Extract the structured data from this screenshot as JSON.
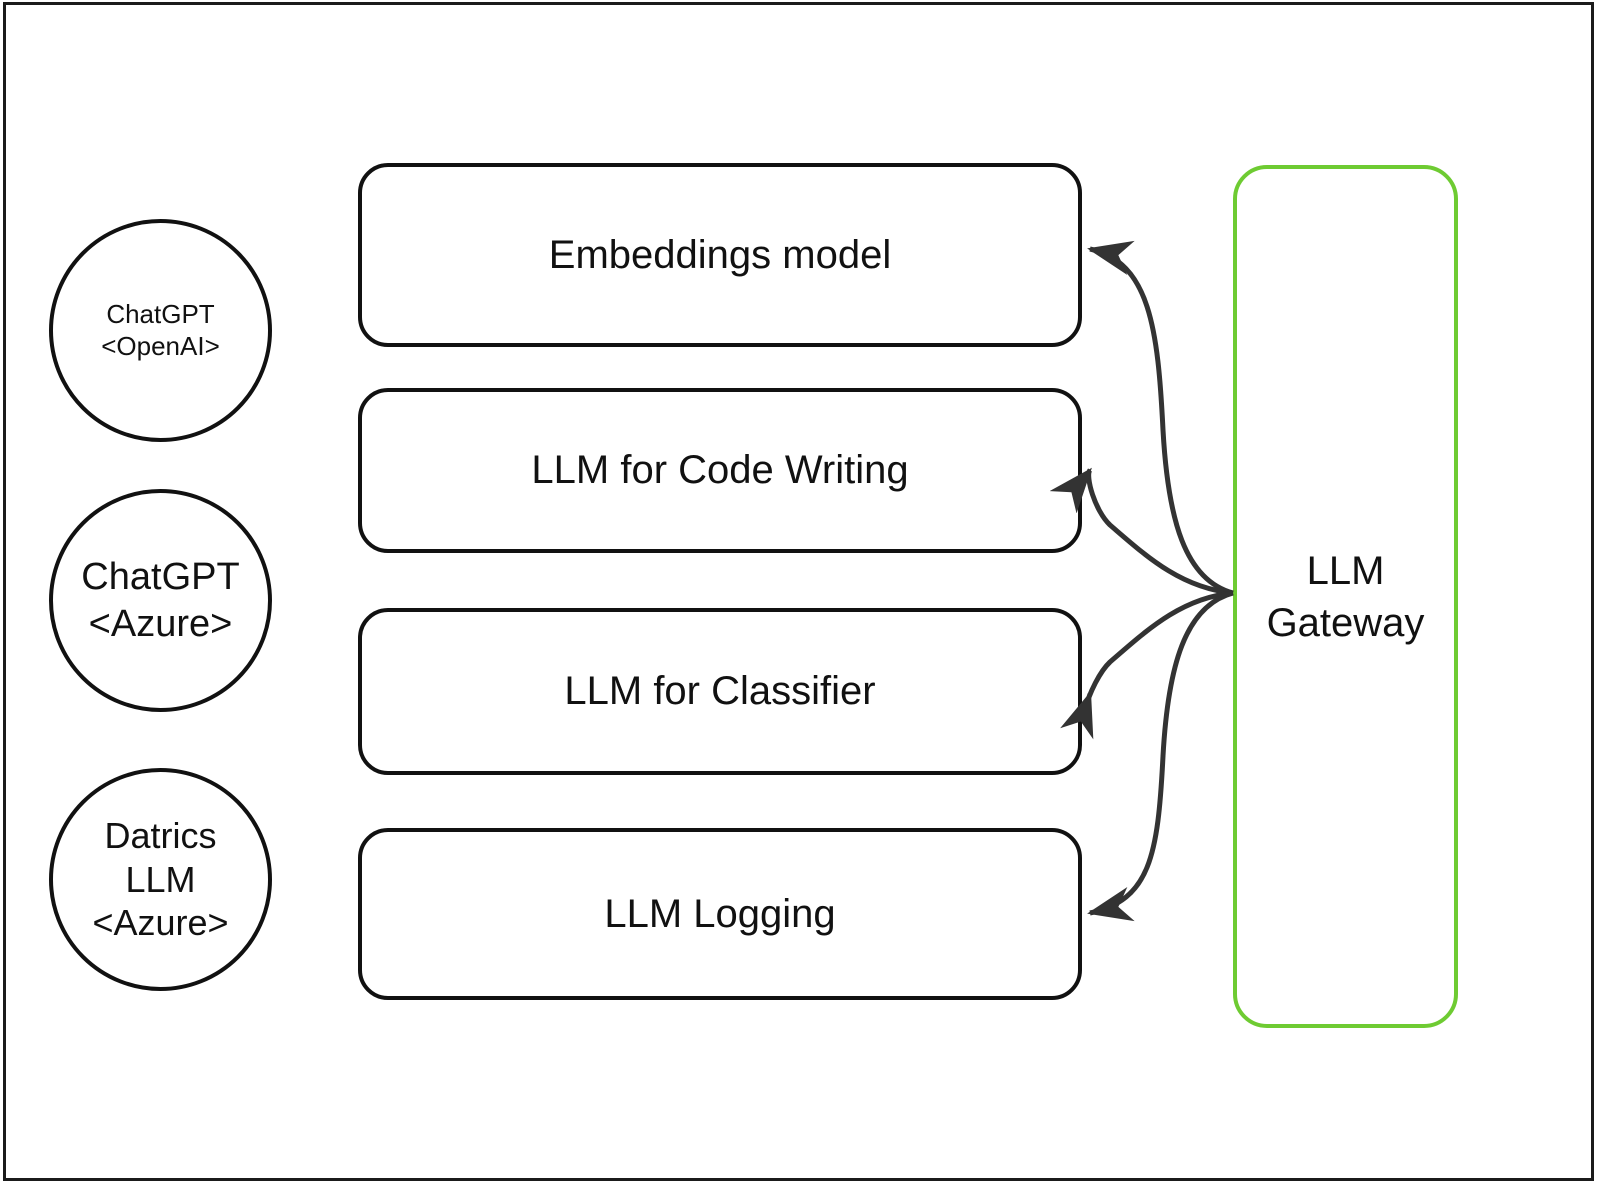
{
  "diagram": {
    "title": "LLM Gateway architecture diagram",
    "background_color": "#ffffff",
    "frame_color": "#1b1b1b",
    "node_border_color": "#111111",
    "accent_color": "#6ECB32",
    "arrow_color": "#333333"
  },
  "sources": [
    {
      "lines": [
        "ChatGPT",
        "<OpenAI>"
      ]
    },
    {
      "lines": [
        "ChatGPT",
        "<Azure>"
      ]
    },
    {
      "lines": [
        "Datrics",
        "LLM",
        "<Azure>"
      ]
    }
  ],
  "services": [
    {
      "label": "Embeddings model"
    },
    {
      "label": "LLM for Code Writing"
    },
    {
      "label": "LLM for Classifier"
    },
    {
      "label": "LLM Logging"
    }
  ],
  "gateway": {
    "lines": [
      "LLM",
      "Gateway"
    ]
  },
  "connections": [
    {
      "from": "gateway",
      "to": "Embeddings model",
      "direction": "to-service"
    },
    {
      "from": "gateway",
      "to": "LLM for Code Writing",
      "direction": "to-service"
    },
    {
      "from": "gateway",
      "to": "LLM for Classifier",
      "direction": "to-service"
    },
    {
      "from": "gateway",
      "to": "LLM Logging",
      "direction": "to-service"
    }
  ]
}
